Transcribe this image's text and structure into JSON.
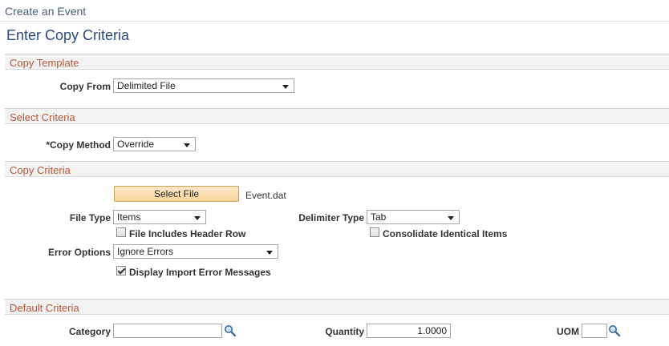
{
  "breadcrumb": "Create an Event",
  "page_title": "Enter Copy Criteria",
  "sections": {
    "copy_template": "Copy Template",
    "select_criteria": "Select Criteria",
    "copy_criteria": "Copy Criteria",
    "default_criteria": "Default Criteria"
  },
  "copy_template": {
    "copy_from_label": "Copy From",
    "copy_from_value": "Delimited File"
  },
  "select_criteria": {
    "copy_method_label": "*Copy Method",
    "copy_method_value": "Override"
  },
  "copy_criteria": {
    "select_file_button": "Select File",
    "file_name": "Event.dat",
    "file_type_label": "File Type",
    "file_type_value": "Items",
    "delimiter_type_label": "Delimiter Type",
    "delimiter_type_value": "Tab",
    "header_row_label": "File Includes Header Row",
    "header_row_checked": false,
    "consolidate_label": "Consolidate Identical Items",
    "consolidate_checked": false,
    "error_options_label": "Error Options",
    "error_options_value": "Ignore Errors",
    "display_errors_label": "Display Import Error Messages",
    "display_errors_checked": true
  },
  "default_criteria": {
    "category_label": "Category",
    "category_value": "",
    "quantity_label": "Quantity",
    "quantity_value": "1.0000",
    "uom_label": "UOM",
    "uom_value": ""
  },
  "icons": {
    "lookup": "magnifier-icon",
    "dropdown": "chevron-down-icon"
  },
  "colors": {
    "section_title": "#b4573a",
    "page_title": "#2c4a7c",
    "button": "#f7d39a"
  }
}
